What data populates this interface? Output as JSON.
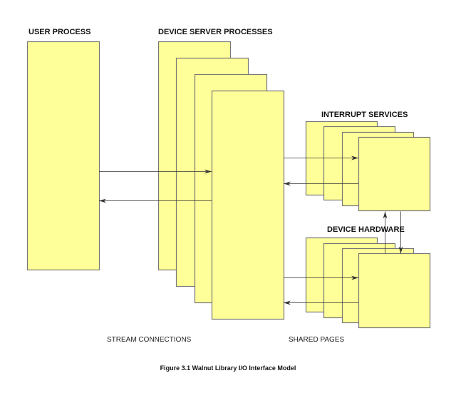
{
  "labels": {
    "user_process": "USER PROCESS",
    "device_server_processes": "DEVICE SERVER PROCESSES",
    "interrupt_services": "INTERRUPT SERVICES",
    "device_hardware": "DEVICE HARDWARE",
    "stream_connections": "STREAM CONNECTIONS",
    "shared_pages": "SHARED PAGES"
  },
  "caption": "Figure 3.1 Walnut Library I/O Interface Model",
  "colors": {
    "box_fill": "#FFFF99",
    "box_stroke": "#777777",
    "arrow": "#333333"
  }
}
